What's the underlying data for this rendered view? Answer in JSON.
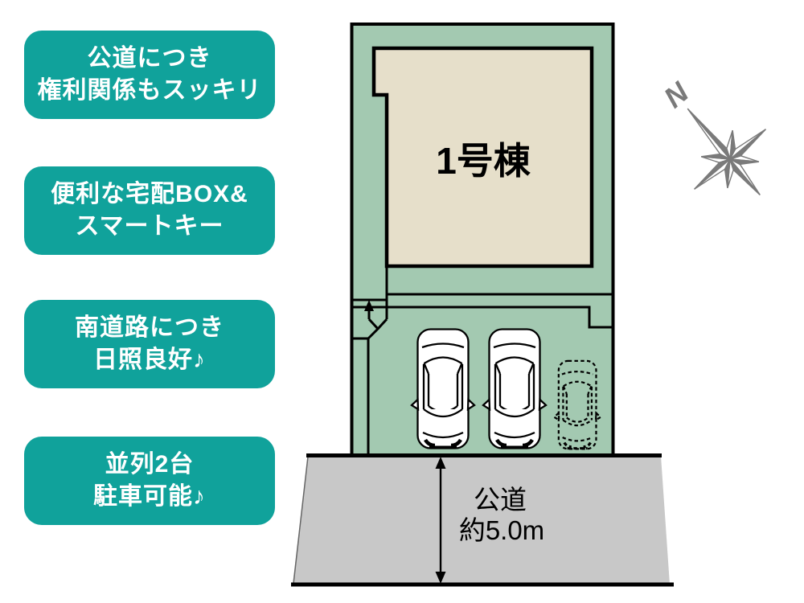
{
  "colors": {
    "badge_teal": "#10a29b",
    "badge_text": "#ffffff",
    "plot_green": "#a3c9b1",
    "building_beige": "#e6dfca",
    "road_gray": "#c8c8c8",
    "compass_gray": "#7a7a7a",
    "outline_black": "#000000"
  },
  "badges": [
    {
      "text": "公道につき\n権利関係もスッキリ"
    },
    {
      "text": "便利な宅配BOX&\nスマートキー"
    },
    {
      "text": "南道路につき\n日照良好♪"
    },
    {
      "text": "並列2台\n駐車可能♪"
    }
  ],
  "site_plan": {
    "building_label": "1号棟",
    "parking": {
      "solid_cars": 2,
      "dashed_outline_cars": 1
    }
  },
  "road": {
    "name": "公道",
    "width_label": "約5.0m"
  },
  "compass": {
    "north_label": "N"
  }
}
